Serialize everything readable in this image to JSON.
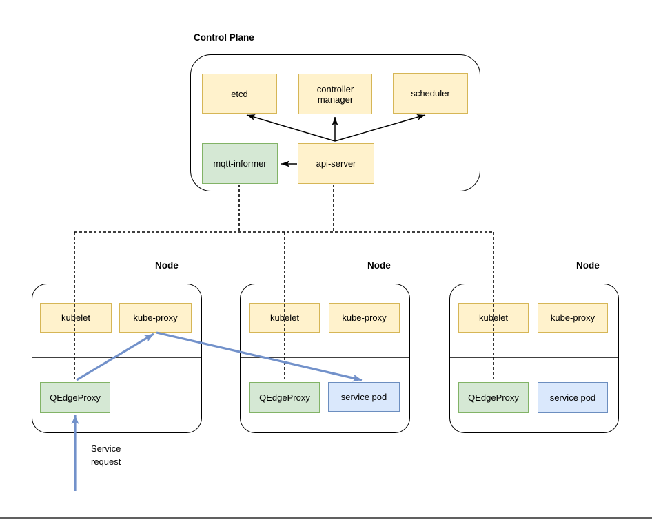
{
  "control_plane": {
    "title": "Control Plane",
    "components": {
      "etcd": "etcd",
      "controller_manager": "controller manager",
      "scheduler": "scheduler",
      "mqtt_informer": "mqtt-informer",
      "api_server": "api-server"
    }
  },
  "nodes": [
    {
      "label": "Node",
      "components": {
        "kubelet": "kubelet",
        "kube_proxy": "kube-proxy",
        "qedge_proxy": "QEdgeProxy"
      }
    },
    {
      "label": "Node",
      "components": {
        "kubelet": "kubelet",
        "kube_proxy": "kube-proxy",
        "qedge_proxy": "QEdgeProxy",
        "service_pod": "service pod"
      }
    },
    {
      "label": "Node",
      "components": {
        "kubelet": "kubelet",
        "kube_proxy": "kube-proxy",
        "qedge_proxy": "QEdgeProxy",
        "service_pod": "service pod"
      }
    }
  ],
  "annotations": {
    "service_request": "Service request"
  },
  "edges": {
    "solid_black": [
      "api-server -> etcd",
      "api-server -> controller manager",
      "api-server -> scheduler",
      "api-server -> mqtt-informer"
    ],
    "dashed_black": [
      "mqtt-informer -> nodes bus",
      "api-server -> nodes bus",
      "bus -> node 1 QEdgeProxy",
      "bus -> node 2 QEdgeProxy",
      "bus -> node 3 QEdgeProxy"
    ],
    "blue_flow": [
      "service request -> QEdgeProxy (node 1)",
      "QEdgeProxy (node 1) -> kube-proxy (node 1)",
      "kube-proxy (node 1) -> service pod (node 2)"
    ]
  },
  "colors": {
    "component_yellow_fill": "#FFF2CC",
    "component_yellow_border": "#D6B656",
    "component_green_fill": "#D5E8D4",
    "component_green_border": "#82B366",
    "component_blue_fill": "#DAE8FC",
    "component_blue_border": "#6C8EBF",
    "flow_arrow_blue": "#7291CA",
    "line_black": "#000000"
  }
}
